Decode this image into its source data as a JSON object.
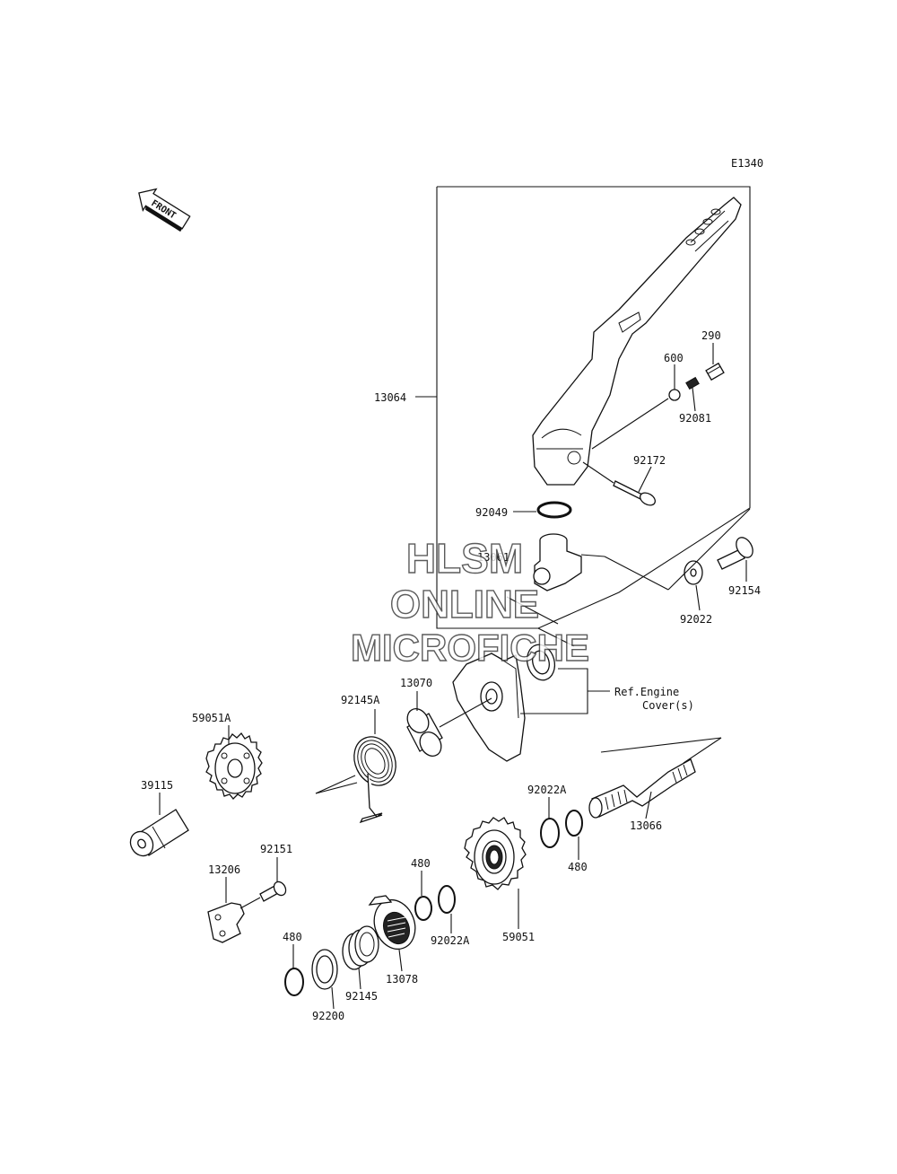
{
  "diagram_code": "E1340",
  "front_arrow_text": "FRONT",
  "reference_note": {
    "line1": "Ref.Engine",
    "line2": "Cover(s)"
  },
  "parts": [
    {
      "id": "p13064",
      "number": "13064"
    },
    {
      "id": "p290",
      "number": "290"
    },
    {
      "id": "p600",
      "number": "600"
    },
    {
      "id": "p92081",
      "number": "92081"
    },
    {
      "id": "p92172",
      "number": "92172"
    },
    {
      "id": "p92049",
      "number": "92049"
    },
    {
      "id": "p13061",
      "number": "13061"
    },
    {
      "id": "p92154",
      "number": "92154"
    },
    {
      "id": "p92022",
      "number": "92022"
    },
    {
      "id": "p92145A",
      "number": "92145A"
    },
    {
      "id": "p13070",
      "number": "13070"
    },
    {
      "id": "p59051A",
      "number": "59051A"
    },
    {
      "id": "p39115",
      "number": "39115"
    },
    {
      "id": "p92151",
      "number": "92151"
    },
    {
      "id": "p13206",
      "number": "13206"
    },
    {
      "id": "p92022A_top",
      "number": "92022A"
    },
    {
      "id": "p13066",
      "number": "13066"
    },
    {
      "id": "p480_right",
      "number": "480"
    },
    {
      "id": "p480_mid",
      "number": "480"
    },
    {
      "id": "p92022A_mid",
      "number": "92022A"
    },
    {
      "id": "p59051",
      "number": "59051"
    },
    {
      "id": "p13078",
      "number": "13078"
    },
    {
      "id": "p480_left",
      "number": "480"
    },
    {
      "id": "p92145",
      "number": "92145"
    },
    {
      "id": "p92200",
      "number": "92200"
    }
  ],
  "watermark": {
    "line1": "HLSM",
    "line2": "ONLINE",
    "line3": "MICROFICHE"
  }
}
